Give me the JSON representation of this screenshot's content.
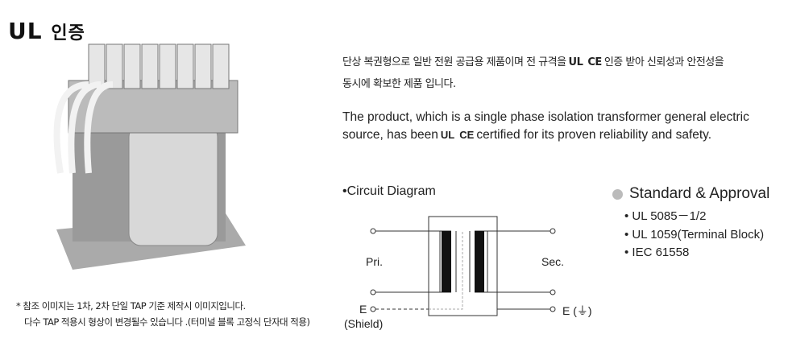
{
  "title": {
    "main": "UL",
    "sub": "인증"
  },
  "description_kr": {
    "line1_a": "단상 복권형으로 일반 전원 공급용 제품이며 전 규격을",
    "line1_b": "인증 받아 신뢰성과 안전성을",
    "line2": "동시에 확보한 제품 입니다."
  },
  "description_en": {
    "line1": "The product, which is a single phase isolation transformer general electric",
    "line2_a": "source, has been",
    "line2_b": "certified for its proven reliability and safety."
  },
  "marks": {
    "ul": "UL",
    "ce": "CE"
  },
  "note": {
    "line1": "* 참조 이미지는  1차, 2차 단일 TAP 기준 제작시 이미지입니다.",
    "line2": "다수 TAP 적용시 형상이 변경될수 있습니다 .(터미널 블록 고정식 단자대 적용)"
  },
  "circuit": {
    "title": "•Circuit Diagram",
    "pri": "Pri.",
    "sec": "Sec.",
    "e_left": "E",
    "shield": "(Shield)",
    "e_right": "E (⏚)"
  },
  "standards": {
    "title": "Standard & Approval",
    "items": [
      "UL 5085－1/2",
      "UL 1059(Terminal Block)",
      "IEC 61558"
    ]
  }
}
